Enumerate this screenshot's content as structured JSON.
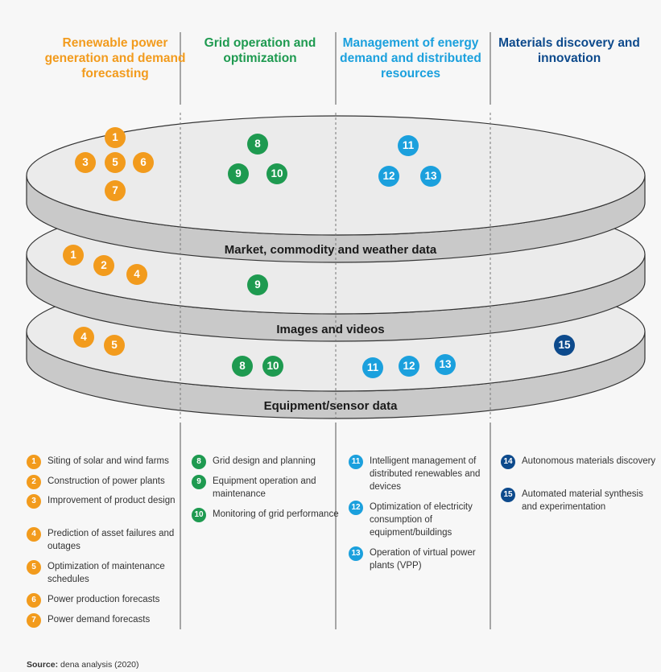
{
  "colors": {
    "orange": "#f29b1d",
    "green": "#1e9a50",
    "lightblue": "#1ba0dd",
    "darkblue": "#0d4a8c",
    "disk_top": "#ebebeb",
    "disk_side": "#c9c9c9",
    "outline": "#333333"
  },
  "columns": [
    {
      "title": "Renewable power generation and demand forecasting",
      "color": "#f29b1d"
    },
    {
      "title": "Grid operation and optimization",
      "color": "#1e9a50"
    },
    {
      "title": "Management of energy demand and distributed resources",
      "color": "#1ba0dd"
    },
    {
      "title": "Materials discovery and innovation",
      "color": "#0d4a8c"
    }
  ],
  "layers": [
    {
      "label": "Market, commodity and weather data"
    },
    {
      "label": "Images and videos"
    },
    {
      "label": "Equipment/sensor data"
    }
  ],
  "badges": [
    {
      "n": "1",
      "color": "orange",
      "layer": 1
    },
    {
      "n": "3",
      "color": "orange",
      "layer": 1
    },
    {
      "n": "5",
      "color": "orange",
      "layer": 1
    },
    {
      "n": "6",
      "color": "orange",
      "layer": 1
    },
    {
      "n": "7",
      "color": "orange",
      "layer": 1
    },
    {
      "n": "8",
      "color": "green",
      "layer": 1
    },
    {
      "n": "9",
      "color": "green",
      "layer": 1
    },
    {
      "n": "10",
      "color": "green",
      "layer": 1
    },
    {
      "n": "11",
      "color": "lightblue",
      "layer": 1
    },
    {
      "n": "12",
      "color": "lightblue",
      "layer": 1
    },
    {
      "n": "13",
      "color": "lightblue",
      "layer": 1
    },
    {
      "n": "1",
      "color": "orange",
      "layer": 2
    },
    {
      "n": "2",
      "color": "orange",
      "layer": 2
    },
    {
      "n": "4",
      "color": "orange",
      "layer": 2
    },
    {
      "n": "9",
      "color": "green",
      "layer": 2
    },
    {
      "n": "4",
      "color": "orange",
      "layer": 3
    },
    {
      "n": "5",
      "color": "orange",
      "layer": 3
    },
    {
      "n": "8",
      "color": "green",
      "layer": 3
    },
    {
      "n": "10",
      "color": "green",
      "layer": 3
    },
    {
      "n": "11",
      "color": "lightblue",
      "layer": 3
    },
    {
      "n": "12",
      "color": "lightblue",
      "layer": 3
    },
    {
      "n": "13",
      "color": "lightblue",
      "layer": 3
    },
    {
      "n": "15",
      "color": "darkblue",
      "layer": 3
    }
  ],
  "legend": [
    [
      {
        "n": "1",
        "color": "orange",
        "text": "Siting of solar and wind farms"
      },
      {
        "n": "2",
        "color": "orange",
        "text": "Construction of power plants"
      },
      {
        "n": "3",
        "color": "orange",
        "text": "Improvement of product design"
      },
      {
        "n": "4",
        "color": "orange",
        "text": "Prediction of asset failures and outages"
      },
      {
        "n": "5",
        "color": "orange",
        "text": "Optimization of maintenance schedules"
      },
      {
        "n": "6",
        "color": "orange",
        "text": "Power production forecasts"
      },
      {
        "n": "7",
        "color": "orange",
        "text": "Power demand forecasts"
      }
    ],
    [
      {
        "n": "8",
        "color": "green",
        "text": "Grid design and planning"
      },
      {
        "n": "9",
        "color": "green",
        "text": "Equipment operation and maintenance"
      },
      {
        "n": "10",
        "color": "green",
        "text": "Monitoring of grid performance"
      }
    ],
    [
      {
        "n": "11",
        "color": "lightblue",
        "text": "Intelligent management of distributed renewables and devices"
      },
      {
        "n": "12",
        "color": "lightblue",
        "text": "Optimization of electricity consumption of equipment/buildings"
      },
      {
        "n": "13",
        "color": "lightblue",
        "text": "Operation of virtual power plants (VPP)"
      }
    ],
    [
      {
        "n": "14",
        "color": "darkblue",
        "text": "Autonomous materials discovery"
      },
      {
        "n": "15",
        "color": "darkblue",
        "text": "Automated material synthesis and experimentation"
      }
    ]
  ],
  "source": {
    "label": "Source:",
    "text": "dena analysis (2020)"
  }
}
